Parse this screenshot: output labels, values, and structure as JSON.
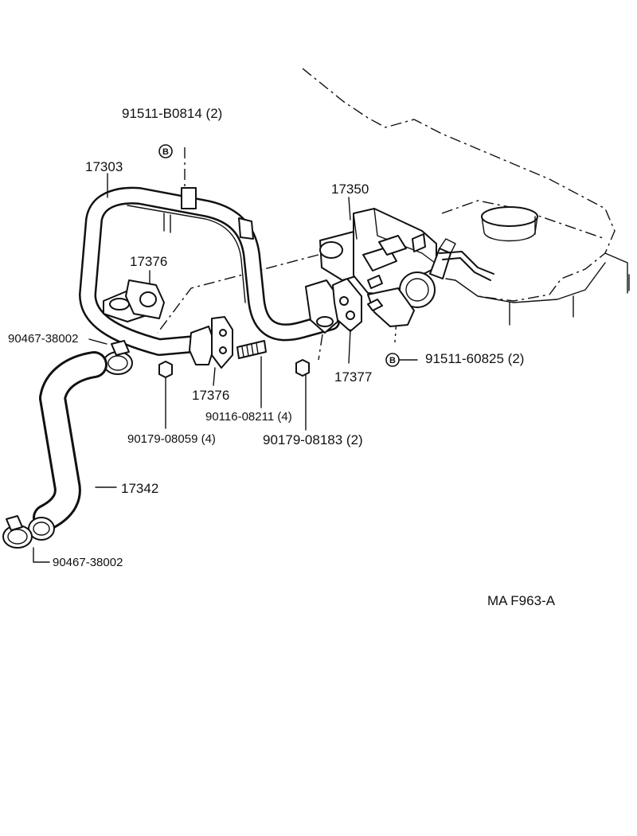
{
  "callouts": {
    "bolt_top": "91511-B0814 (2)",
    "pipe": "17303",
    "valve": "17350",
    "gasket_left": "17376",
    "gasket_mid": "17376",
    "gasket_right": "17377",
    "clamp_upper": "90467-38002",
    "clamp_lower": "90467-38002",
    "bolt_right": "91511-60825 (2)",
    "stud": "90116-08211 (4)",
    "nut_left": "90179-08059 (4)",
    "nut_right": "90179-08183 (2)",
    "hose": "17342"
  },
  "badges": {
    "bolt_top": "B",
    "bolt_right": "B"
  },
  "reference": "MA F963-A"
}
